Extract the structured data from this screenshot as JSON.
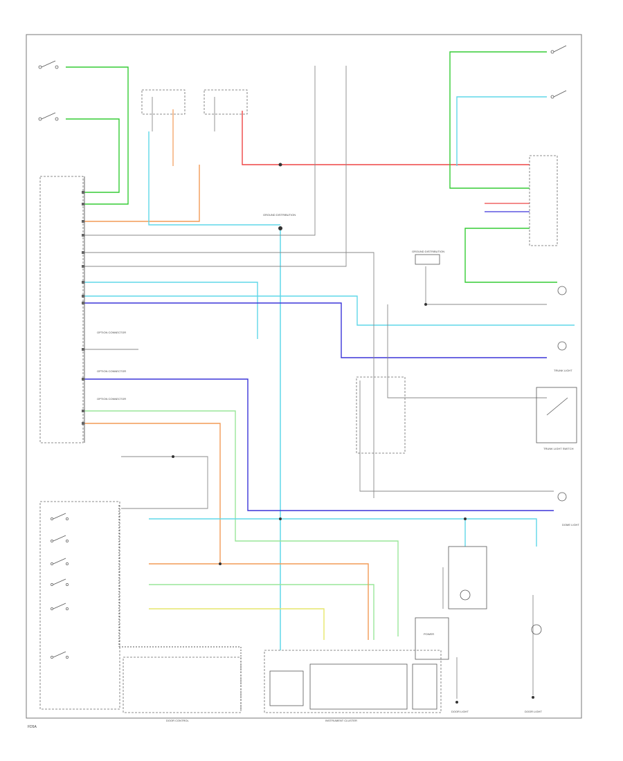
{
  "diagram": {
    "colors": {
      "green": "#33cc33",
      "ltgreen": "#99e699",
      "cyan": "#5fd7e8",
      "blue": "#3a33d9",
      "orange": "#f29a55",
      "red": "#ee4444",
      "yellow": "#e6e66a",
      "gray": "#8c8c8c"
    },
    "labels": {
      "code": "FD5A",
      "bottom_left_box": "DOOR CONTROL",
      "bottom_mid_box": "INSTRUMENT CLUSTER",
      "relay_box": "POWER",
      "ground_top": "GROUND DISTRIBUTION",
      "ground_mid": "GROUND DISTRIBUTION",
      "option1": "OPTION CONNECTOR",
      "option2": "OPTION CONNECTOR",
      "option3": "OPTION CONNECTOR",
      "right_switch": "TRUNK LIGHT SWITCH",
      "right_lamp": "TRUNK LIGHT",
      "bottom_right_lamp1": "DOOR LIGHT",
      "bottom_right_lamp2": "DOOR LIGHT",
      "dome": "DOME LIGHT"
    }
  }
}
